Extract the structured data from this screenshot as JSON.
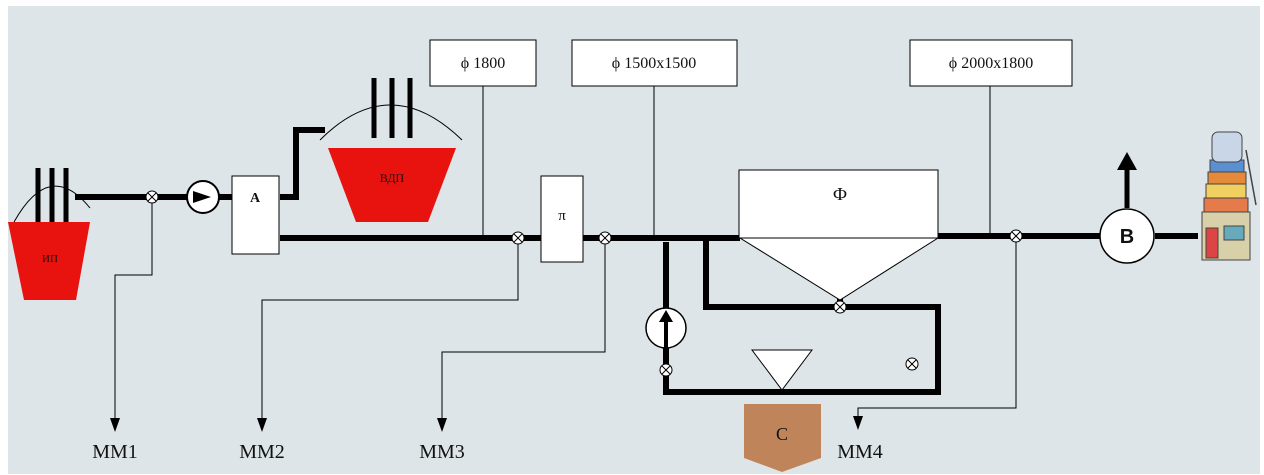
{
  "colors": {
    "background": "#dde5e8",
    "furnace": "#e8120f",
    "hopper": "#c0845a",
    "pipe": "#000000"
  },
  "diagram": {
    "dimension_labels": [
      "ϕ 1800",
      "ϕ 1500x1500",
      "ϕ 2000x1800"
    ],
    "furnace_small_label": "ИП",
    "furnace_large_label": "ВДП",
    "node_a": "A",
    "node_pi": "π",
    "filter_label": "Ф",
    "node_b": "B",
    "hopper_label": "C",
    "measure_points": [
      "MM1",
      "MM2",
      "MM3",
      "MM4"
    ]
  }
}
